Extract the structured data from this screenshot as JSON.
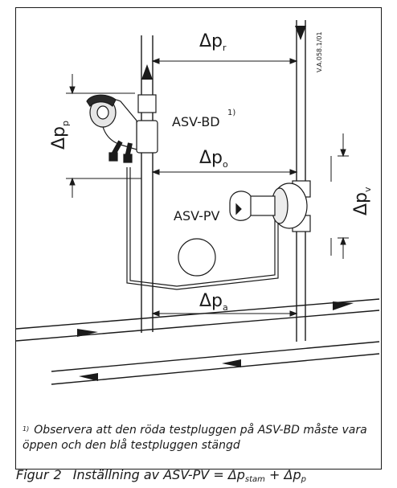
{
  "drawing_code": "V.A.058.1/01",
  "labels": {
    "dp_r": {
      "symbol": "Δp",
      "sub": "r"
    },
    "dp_p": {
      "symbol": "Δp",
      "sub": "p"
    },
    "dp_o": {
      "symbol": "Δp",
      "sub": "o"
    },
    "dp_v": {
      "symbol": "Δp",
      "sub": "v"
    },
    "dp_a": {
      "symbol": "Δp",
      "sub": "a"
    },
    "asv_bd": "ASV-BD",
    "asv_bd_note": "1)",
    "asv_pv": "ASV-PV"
  },
  "footnote": {
    "marker": "1)",
    "text_line1": "Observera att den röda testpluggen på ASV-BD måste vara",
    "text_line2": "öppen och den blå testpluggen stängd"
  },
  "caption": {
    "label": "Figur",
    "number": "2",
    "text": "Inställning av ASV-PV = Δp",
    "sub1": "stam",
    "plus": " + Δp",
    "sub2": "p"
  }
}
